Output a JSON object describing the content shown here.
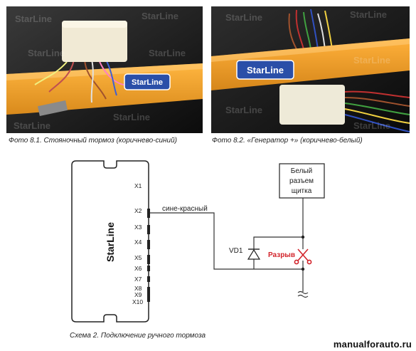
{
  "photos": [
    {
      "caption": "Фото 8.1. Стояночный тормоз (коричнево-синий)",
      "watermark_text": "StarLine",
      "badge_text": "StarLine"
    },
    {
      "caption": "Фото 8.2. «Генератор +» (коричнево-белый)",
      "watermark_text": "StarLine",
      "badge_text": "StarLine"
    }
  ],
  "schematic": {
    "unit_brand": "StarLine",
    "pins": [
      "X1",
      "X2",
      "X3",
      "X4",
      "X5",
      "X6",
      "X7",
      "X8",
      "X9",
      "X10"
    ],
    "wire_label": "сине-красный",
    "diode_label": "VD1",
    "break_label": "Разрыв",
    "socket_label": [
      "Белый",
      "разъем",
      "щитка"
    ]
  },
  "caption": "Схема 2. Подключение ручного тормоза",
  "watermark": "manualforauto.ru",
  "colors": {
    "photo_bg": "#151515",
    "orange_bracket": "#f0a030",
    "badge_blue": "#2a4fa8",
    "break_red": "#d2232a",
    "line": "#333333"
  }
}
